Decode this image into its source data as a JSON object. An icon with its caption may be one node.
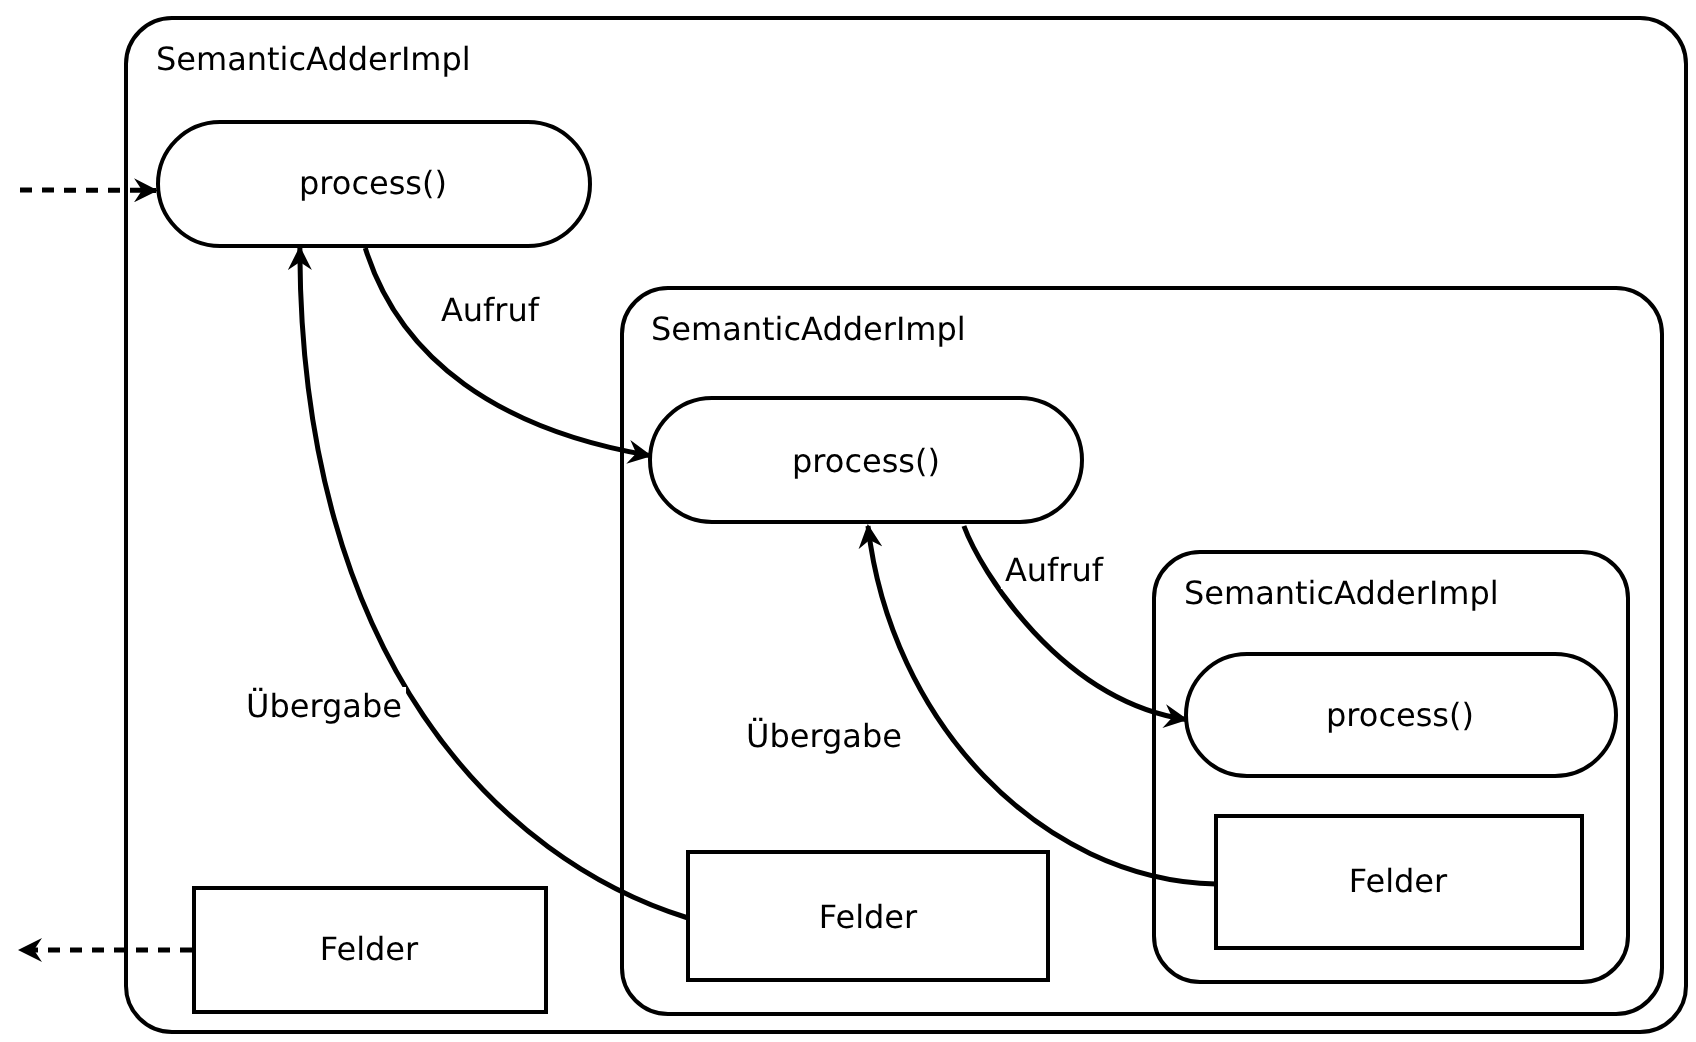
{
  "diagram": {
    "nodes": [
      {
        "text": [
          "SemanticAdderImpl"
        ]
      },
      {
        "text": [
          "process()"
        ],
        "in": 0
      },
      {
        "text": [
          "SemanticAdderImpl"
        ],
        "in": 0
      },
      {
        "text": [
          "process()"
        ],
        "in": 2
      },
      {
        "text": [
          "SemanticAdderImpl"
        ],
        "in": 2
      },
      {
        "text": [
          "process()"
        ],
        "in": 4
      },
      {
        "text": [
          "Felder"
        ],
        "in": 4
      },
      {
        "text": [
          "Felder"
        ],
        "in": 2
      },
      {
        "text": [
          "Felder"
        ],
        "in": 0
      }
    ],
    "edges": [
      {
        "from": null,
        "to": 1,
        "arrow": "to",
        "style": "dashed"
      },
      {
        "from": 1,
        "to": 3,
        "arrow": "to",
        "label": "Aufruf"
      },
      {
        "from": 3,
        "to": 5,
        "arrow": "to",
        "label": "Aufruf"
      },
      {
        "from": 7,
        "to": 1,
        "arrow": "to",
        "label": "Übergabe"
      },
      {
        "from": 6,
        "to": 3,
        "arrow": "to",
        "label": "Übergabe"
      },
      {
        "from": 8,
        "to": null,
        "arrow": "to",
        "style": "dashed"
      }
    ]
  }
}
